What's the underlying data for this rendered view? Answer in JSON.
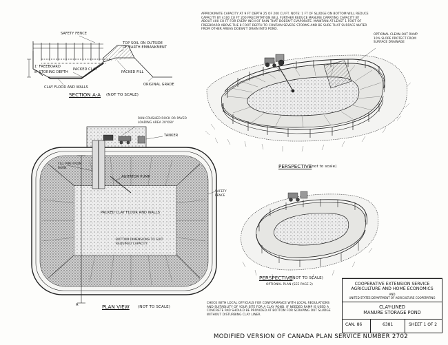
{
  "section": {
    "title": "SECTION A-A",
    "scale": "(NOT TO SCALE)",
    "labels": {
      "safety_fence": "SAFETY FENCE",
      "top_soil": "TOP SOIL ON OUTSIDE\nOF EARTH EMBANKMENT",
      "freeboard": "1' FREEBOARD",
      "storing_depth": "8' STORING DEPTH",
      "packed_clay": "PACKED CLAY",
      "packed_fill": "PACKED FILL",
      "clay_floor": "CLAY FLOOR AND WALLS",
      "original_grade": "ORIGINAL GRADE"
    }
  },
  "notes": {
    "capacity": "APPROXIMATE CAPACITY AT 9 FT DEPTH 25 OF 200 CU FT. NOTE: 1 FT OF SLUDGE ON BOTTOM WILL REDUCE CAPACITY BY 4100 CU FT 200 PRECIPITATION WILL FURTHER REDUCE MANURE CARRYING CAPACITY BY ABOUT 400 CU FT FOR EVERY INCH OF RAIN THAT DOESN'T EVAPORATE. MAINTAIN AT LEAST 1 FOOT OF FREEBOARD ABOVE THE 8 FOOT DEPTH TO CONTAIN SEVERE STORMS AND BE SURE THAT SURFACE WATER FROM OTHER AREAS DOESN'T DRAIN INTO POND.",
    "check": "CHECK WITH LOCAL OFFICIALS FOR CONFORMANCE WITH LOCAL REGULATIONS AND SUITABILITY OF YOUR SITE FOR A CLAY POND. IF NEEDED RAMP IS USED A CONCRETE PAD SHOULD BE PROVIDED AT BOTTOM FOR SCRAPING OUT SLUDGE WITHOUT DISTURBING CLAY LINER."
  },
  "perspective_top": {
    "title": "PERSPECTIVE",
    "scale": "(not to scale)",
    "ramp_label": "OPTIONAL CLEAN-OUT RAMP 10% SLOPE PROTECT FROM SURFACE DRAINAGE"
  },
  "plan": {
    "title": "PLAN VIEW",
    "scale": "(NOT TO SCALE)",
    "labels": {
      "crushed_rock": "RUN CRUSHED ROCK OR PAVED LOADING AREA 20'X60'",
      "tanker": "TANKER",
      "fill_pipe": "FILL PIPE FROM BARN",
      "agitator_pump": "AGITATOR PUMP",
      "safety_fence": "SAFETY FENCE",
      "packed_clay": "PACKED CLAY FLOOR AND WALLS",
      "bottom_dims": "BOTTOM DIMENSIONS TO SUIT REQUIRED CAPACITY",
      "marker_a": "A"
    }
  },
  "perspective_bottom": {
    "title": "PERSPECTIVE",
    "scale": "(NOT TO SCALE)",
    "sub": "OPTIONAL PLAN (SEE PAGE 2)"
  },
  "title_block": {
    "org1": "COOPERATIVE EXTENSION SERVICE",
    "org2": "AGRICULTURE AND HOME ECONOMICS",
    "and": "AND",
    "usda": "UNITED STATES DEPARTMENT OF AGRICULTURE COOPERATING",
    "drawing_title_1": "CLAY-LINED",
    "drawing_title_2": "MANURE STORAGE POND",
    "can_label": "CAN. 86",
    "number": "6381",
    "sheet": "SHEET 1 OF 2"
  },
  "footer": "MODIFIED VERSION OF CANADA PLAN SERVICE NUMBER 2702"
}
